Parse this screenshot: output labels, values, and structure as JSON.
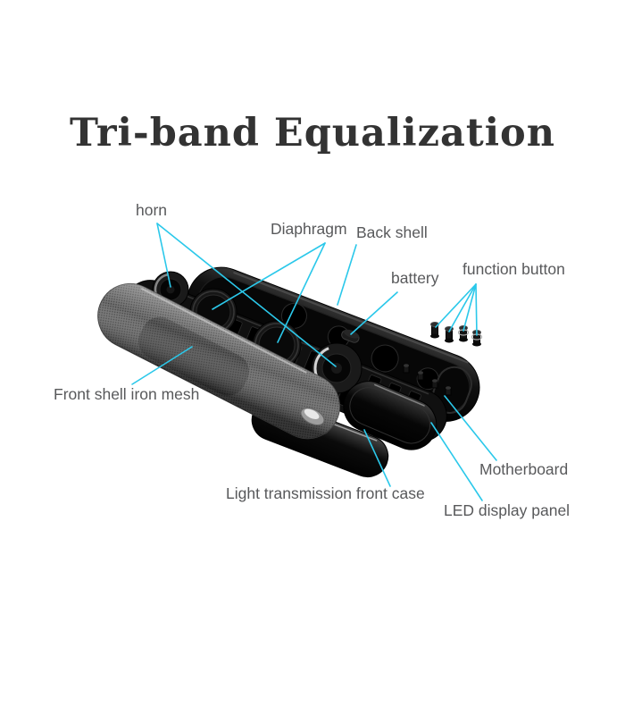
{
  "title": "Tri-band Equalization",
  "labels": {
    "horn": "horn",
    "diaphragm": "Diaphragm",
    "back_shell": "Back shell",
    "battery": "battery",
    "function_button": "function button",
    "front_mesh": "Front shell iron mesh",
    "front_case": "Light transmission front case",
    "motherboard": "Motherboard",
    "led_panel": "LED display panel"
  },
  "colors": {
    "background": "#ffffff",
    "title_text": "#333333",
    "label_text": "#58595b",
    "leader_line": "#2bc8ea",
    "device_body": "#0d0d0d",
    "mesh_gray": "#6f6f6f"
  }
}
